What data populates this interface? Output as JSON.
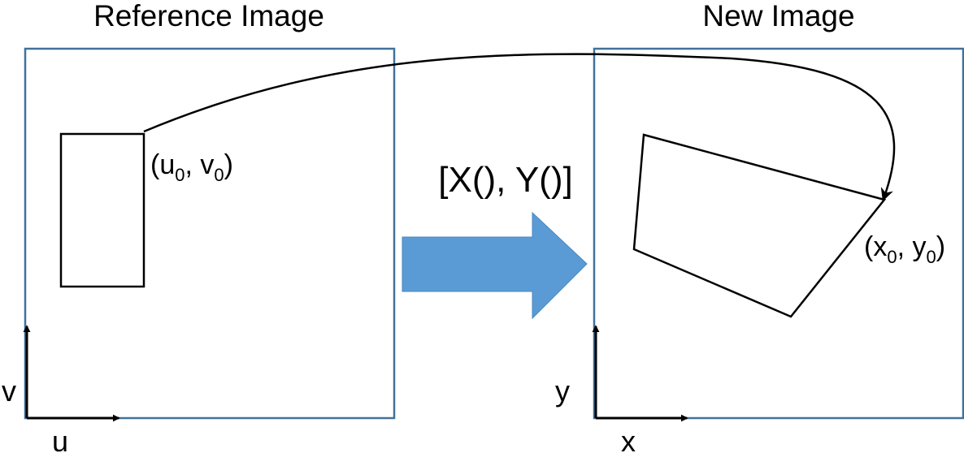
{
  "reference_panel": {
    "title": "Reference Image",
    "axis_u": "u",
    "axis_v": "v",
    "point_label": {
      "open": "(u",
      "sub1": "0",
      "mid": ", v",
      "sub2": "0",
      "close": ")"
    }
  },
  "transform_label": "[X(), Y()]",
  "new_panel": {
    "title": "New Image",
    "axis_x": "x",
    "axis_y": "y",
    "point_label": {
      "open": "(x",
      "sub1": "0",
      "mid": ", y",
      "sub2": "0",
      "close": ")"
    }
  },
  "colors": {
    "frame": "#41719c",
    "arrow_fill": "#5b9bd5",
    "ink": "#000000"
  }
}
